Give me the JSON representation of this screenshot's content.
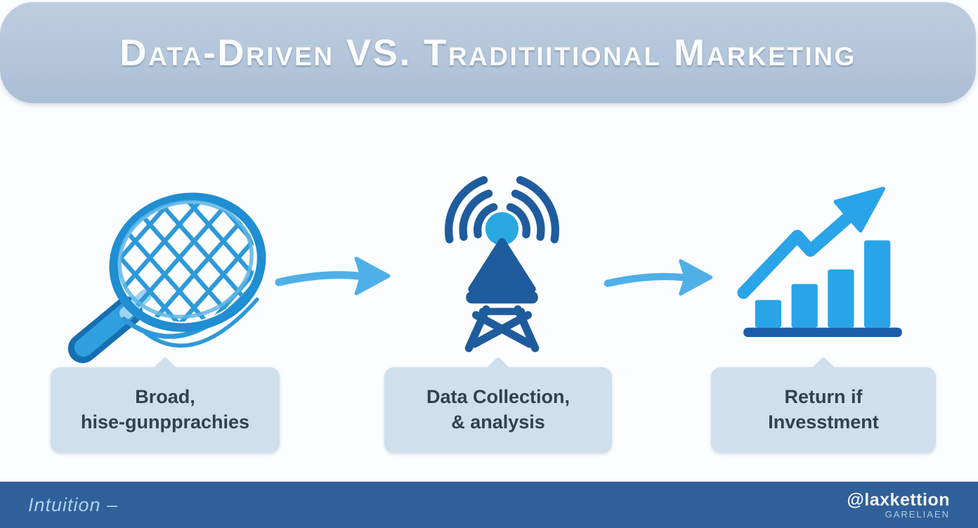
{
  "header": {
    "title": "Data-Driven VS. Traditiitional Marketing"
  },
  "flow": {
    "steps": [
      {
        "icon": "fishing-net-icon",
        "line1": "Broad,",
        "line2": "hise-gunpprachies"
      },
      {
        "icon": "broadcast-tower-icon",
        "line1": "Data Collection,",
        "line2": "& analysis"
      },
      {
        "icon": "growth-bar-chart-icon",
        "line1": "Return if",
        "line2": "Invesstment"
      }
    ],
    "connector": "curved-right-arrow"
  },
  "footer": {
    "left_text": "Intuition –",
    "watermark": "@laxkettion",
    "watermark_sub": "GARELIAEN"
  },
  "colors": {
    "banner_bg": "#b4c6db",
    "title_text": "#fbfcfd",
    "label_box_bg": "#cfdfec",
    "label_text": "#33404e",
    "footer_bg": "#30609a",
    "footer_text": "#a8d4ea",
    "icon_light_blue": "#2aa4e8",
    "icon_dark_blue": "#1f5c9d",
    "net_blue": "#1f8ed2",
    "arrow_blue": "#4fb0e8",
    "background": "#fcfdfe"
  }
}
